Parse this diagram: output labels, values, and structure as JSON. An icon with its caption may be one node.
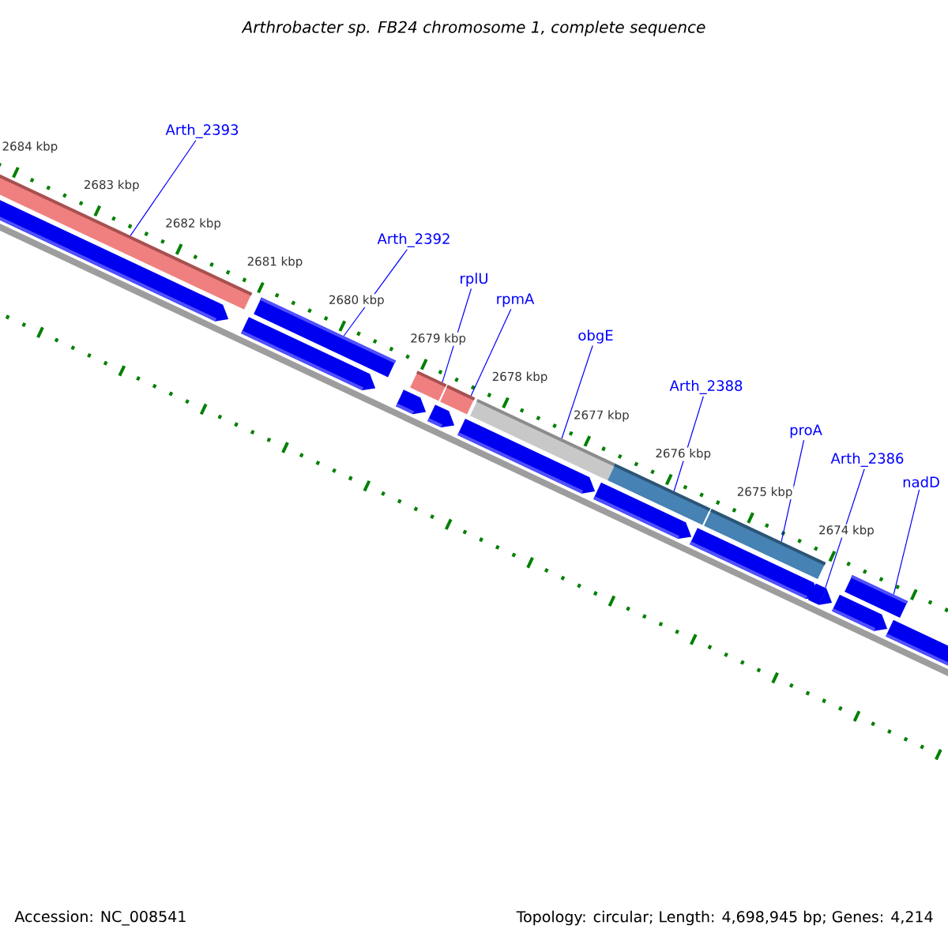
{
  "diagram": {
    "title": "Arthrobacter sp. FB24 chromosome 1, complete sequence",
    "nodes": [
      {
        "text": [
          "Arth_2393"
        ]
      },
      {
        "text": [
          "Arth_2392"
        ]
      },
      {
        "text": [
          "rplU"
        ]
      },
      {
        "text": [
          "rpmA"
        ]
      },
      {
        "text": [
          "obgE"
        ]
      },
      {
        "text": [
          "Arth_2388"
        ]
      },
      {
        "text": [
          "proA"
        ]
      },
      {
        "text": [
          "Arth_2386"
        ]
      },
      {
        "text": [
          "nadD"
        ]
      },
      {
        "text": [],
        "shape": "bar"
      },
      {
        "text": [],
        "shape": "bar"
      },
      {
        "text": [],
        "shape": "bar"
      },
      {
        "text": [],
        "shape": "bar"
      },
      {
        "text": [],
        "shape": "bar"
      },
      {
        "text": [],
        "shape": "bar"
      },
      {
        "text": [],
        "shape": "bar"
      },
      {
        "text": [],
        "shape": "arrow"
      },
      {
        "text": [],
        "shape": "bar"
      }
    ],
    "edges": [
      {
        "from": 0,
        "to": 9,
        "arrow": "none"
      },
      {
        "from": 1,
        "to": 10,
        "arrow": "none"
      },
      {
        "from": 2,
        "to": 11,
        "arrow": "none"
      },
      {
        "from": 3,
        "to": 12,
        "arrow": "none"
      },
      {
        "from": 4,
        "to": 13,
        "arrow": "none"
      },
      {
        "from": 5,
        "to": 14,
        "arrow": "none"
      },
      {
        "from": 6,
        "to": 15,
        "arrow": "none"
      },
      {
        "from": 7,
        "to": 16,
        "arrow": "none"
      },
      {
        "from": 8,
        "to": 17,
        "arrow": "none"
      }
    ],
    "labels": [
      "2684 kbp",
      "2683 kbp",
      "2682 kbp",
      "2681 kbp",
      "2680 kbp",
      "2679 kbp",
      "2678 kbp",
      "2677 kbp",
      "2676 kbp",
      "2675 kbp",
      "2674 kbp",
      "Accession: NC_008541",
      "Topology: circular; Length: 4,698,945 bp; Genes: 4,214"
    ]
  }
}
